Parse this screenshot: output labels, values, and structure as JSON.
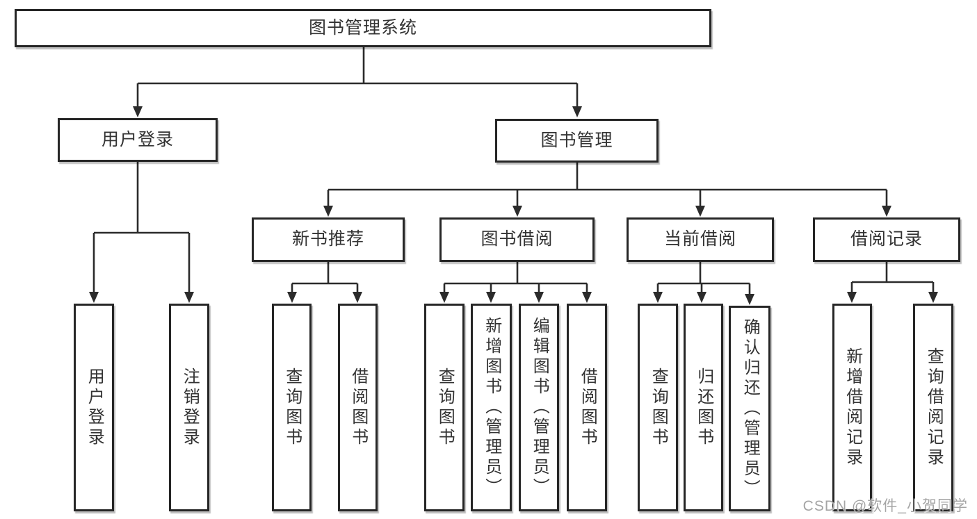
{
  "tree": {
    "label": "图书管理系统",
    "children": [
      {
        "label": "用户登录",
        "children": [
          {
            "label": "用户登录"
          },
          {
            "label": "注销登录"
          }
        ]
      },
      {
        "label": "图书管理",
        "children": [
          {
            "label": "新书推荐",
            "children": [
              {
                "label": "查询图书"
              },
              {
                "label": "借阅图书"
              }
            ]
          },
          {
            "label": "图书借阅",
            "children": [
              {
                "label": "查询图书"
              },
              {
                "label": "新增图书（管理员）"
              },
              {
                "label": "编辑图书（管理员）"
              },
              {
                "label": "借阅图书"
              }
            ]
          },
          {
            "label": "当前借阅",
            "children": [
              {
                "label": "查询图书"
              },
              {
                "label": "归还图书"
              },
              {
                "label": "确认归还（管理员）"
              }
            ]
          },
          {
            "label": "借阅记录",
            "children": [
              {
                "label": "新增借阅记录"
              },
              {
                "label": "查询借阅记录"
              }
            ]
          }
        ]
      }
    ]
  },
  "watermark": {
    "text": "CSDN @软件_小贺同学"
  },
  "colors": {
    "background": "#ffffff",
    "line": "#2b2b2b",
    "box_border": "#262626",
    "text": "#333333",
    "watermark": "#a5a5a5"
  }
}
